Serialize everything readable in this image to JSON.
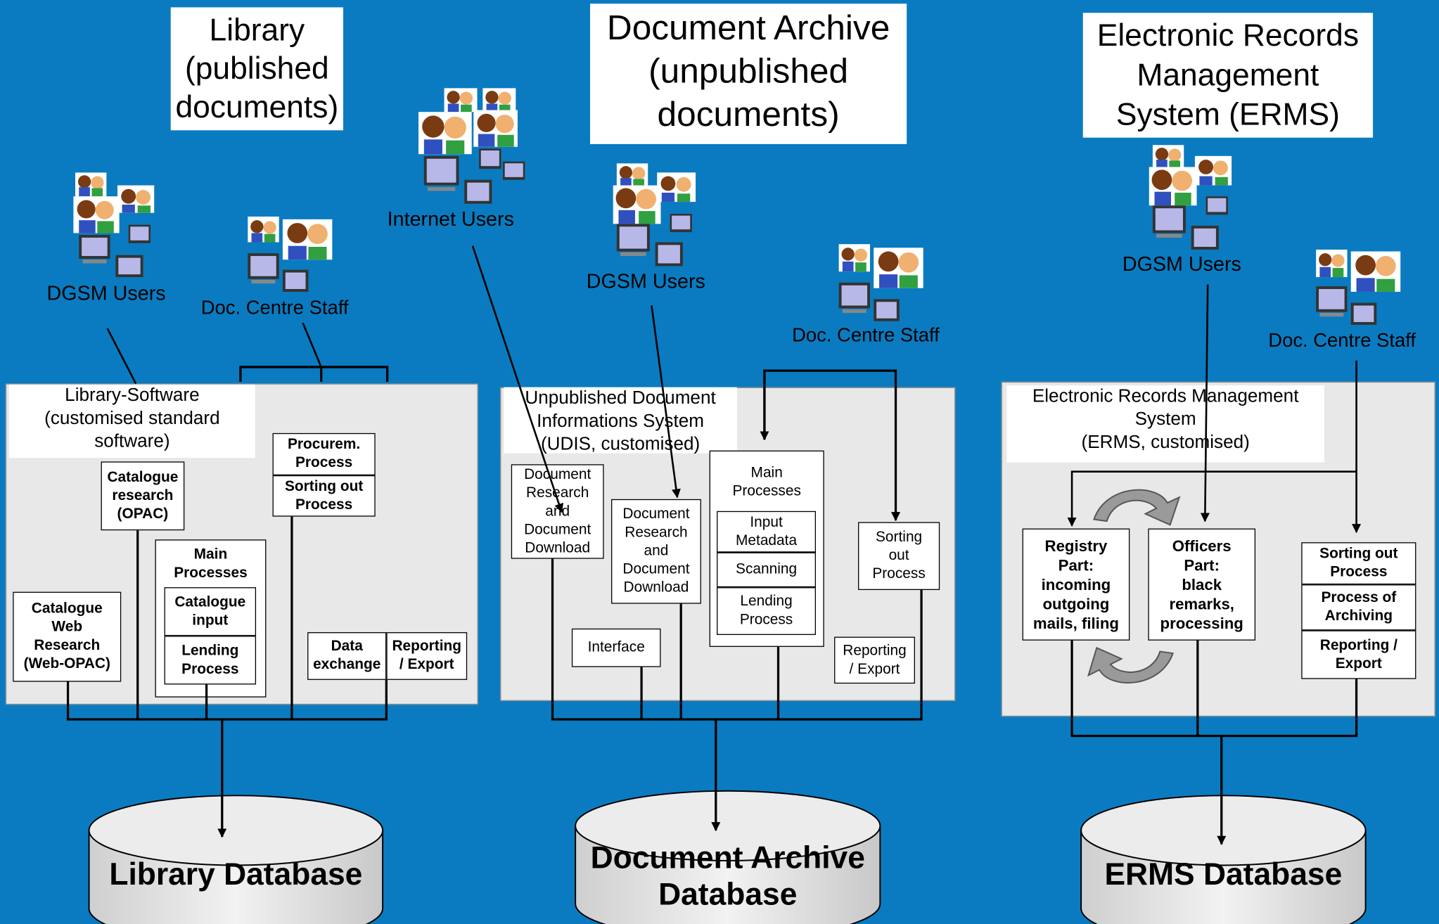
{
  "colors": {
    "background": "#0a7bc0",
    "panel": "#e8e8e8",
    "box": "#ffffff",
    "database": "#e6e6e6"
  },
  "titles": {
    "library": "Library\n(published\ndocuments)",
    "archive": "Document Archive\n(unpublished\ndocuments)",
    "erms": "Electronic Records\nManagement\nSystem (ERMS)"
  },
  "users": {
    "dgsm_library": "DGSM Users",
    "staff_library": "Doc. Centre Staff",
    "internet": "Internet Users",
    "dgsm_archive": "DGSM Users",
    "staff_archive": "Doc. Centre Staff",
    "dgsm_erms": "DGSM Users",
    "staff_erms": "Doc. Centre Staff"
  },
  "library": {
    "panel_label": "Library-Software\n(customised standard\nsoftware)",
    "opac": "Catalogue\nresearch\n(OPAC)",
    "procurement": "Procurem.\nProcess",
    "sorting": "Sorting out\nProcess",
    "main": "Main\nProcesses",
    "catalogue_input": "Catalogue\ninput",
    "lending": "Lending\nProcess",
    "web_opac": "Catalogue\nWeb\nResearch\n(Web-OPAC)",
    "data_exchange": "Data\nexchange",
    "reporting": "Reporting\n/ Export",
    "database": "Library Database"
  },
  "archive": {
    "panel_label": "Unpublished Document\nInformations System\n(UDIS, customised)",
    "research_download_1": "Document\nResearch\nand\nDocument\nDownload",
    "research_download_2": "Document\nResearch\nand\nDocument\nDownload",
    "main": "Main\nProcesses",
    "input_metadata": "Input\nMetadata",
    "scanning": "Scanning",
    "lending": "Lending\nProcess",
    "sorting": "Sorting\nout\nProcess",
    "interface": "Interface",
    "reporting": "Reporting\n/ Export",
    "database": "Document Archive\nDatabase"
  },
  "erms": {
    "panel_label": "Electronic Records Management\nSystem\n(ERMS, customised)",
    "registry": "Registry\nPart:\nincoming\noutgoing\nmails, filing",
    "officers": "Officers\nPart:\nblack\nremarks,\nprocessing",
    "sorting": "Sorting out\nProcess",
    "archiving": "Process of\nArchiving",
    "reporting": "Reporting /\nExport",
    "database": "ERMS Database"
  }
}
